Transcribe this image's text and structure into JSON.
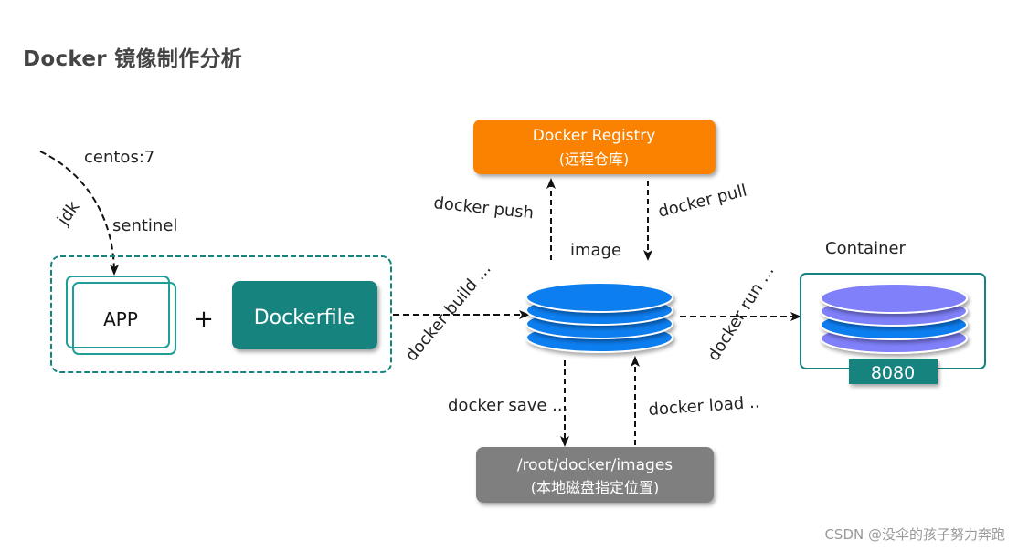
{
  "title": "Docker 镜像制作分析",
  "labels": {
    "centos": "centos:7",
    "jdk": "jdk",
    "sentinel": "sentinel",
    "app": "APP",
    "plus": "+",
    "dockerfile": "Dockerfile",
    "docker_build": "docker build ...",
    "image": "image",
    "docker_push": "docker push",
    "docker_pull": "docker pull",
    "docker_run": "docker run ...",
    "container": "Container",
    "port": "8080",
    "docker_save": "docker save ...",
    "docker_load": "docker load .."
  },
  "registry": {
    "line1": "Docker Registry",
    "line2": "(远程仓库)"
  },
  "local_storage": {
    "line1": "/root/docker/images",
    "line2": "(本地磁盘指定位置)"
  },
  "watermark": "CSDN @没伞的孩子努力奔跑",
  "colors": {
    "teal": "#16837f",
    "orange": "#fb8200",
    "gray": "#7f7f7f",
    "image_blue": "#0a7ef0",
    "container_purple": "#8080fa"
  }
}
